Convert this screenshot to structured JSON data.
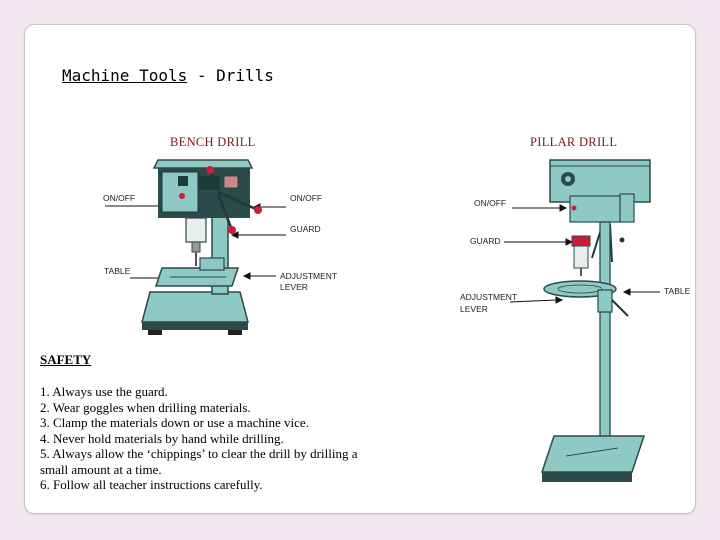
{
  "slide": {
    "title_underlined": "Machine Tools",
    "title_rest": " - Drills"
  },
  "bench_drill": {
    "caption": "BENCH DRILL",
    "labels": {
      "on_off_left": "ON/OFF",
      "on_off_right": "ON/OFF",
      "guard": "GUARD",
      "table": "TABLE",
      "adjustment": "ADJUSTMENT",
      "lever": "LEVER"
    }
  },
  "pillar_drill": {
    "caption": "PILLAR DRILL",
    "labels": {
      "on_off": "ON/OFF",
      "guard": "GUARD",
      "adjustment": "ADJUSTMENT",
      "lever": "LEVER",
      "table": "TABLE"
    }
  },
  "safety": {
    "heading": "SAFETY",
    "rules": [
      "1. Always use the guard.",
      "2. Wear goggles when drilling materials.",
      "3. Clamp the materials down or use a machine vice.",
      "4. Never hold materials by hand while drilling.",
      "5. Always allow the ‘chippings’ to clear the drill by drilling a",
      "small amount at a time.",
      "6. Follow all teacher instructions carefully."
    ]
  },
  "colors": {
    "background": "#f3e6ee",
    "machine_body": "#8fc9c6",
    "machine_dark": "#2a4b4a",
    "caption": "#7a1a1a",
    "accent_red": "#d01a3a"
  }
}
